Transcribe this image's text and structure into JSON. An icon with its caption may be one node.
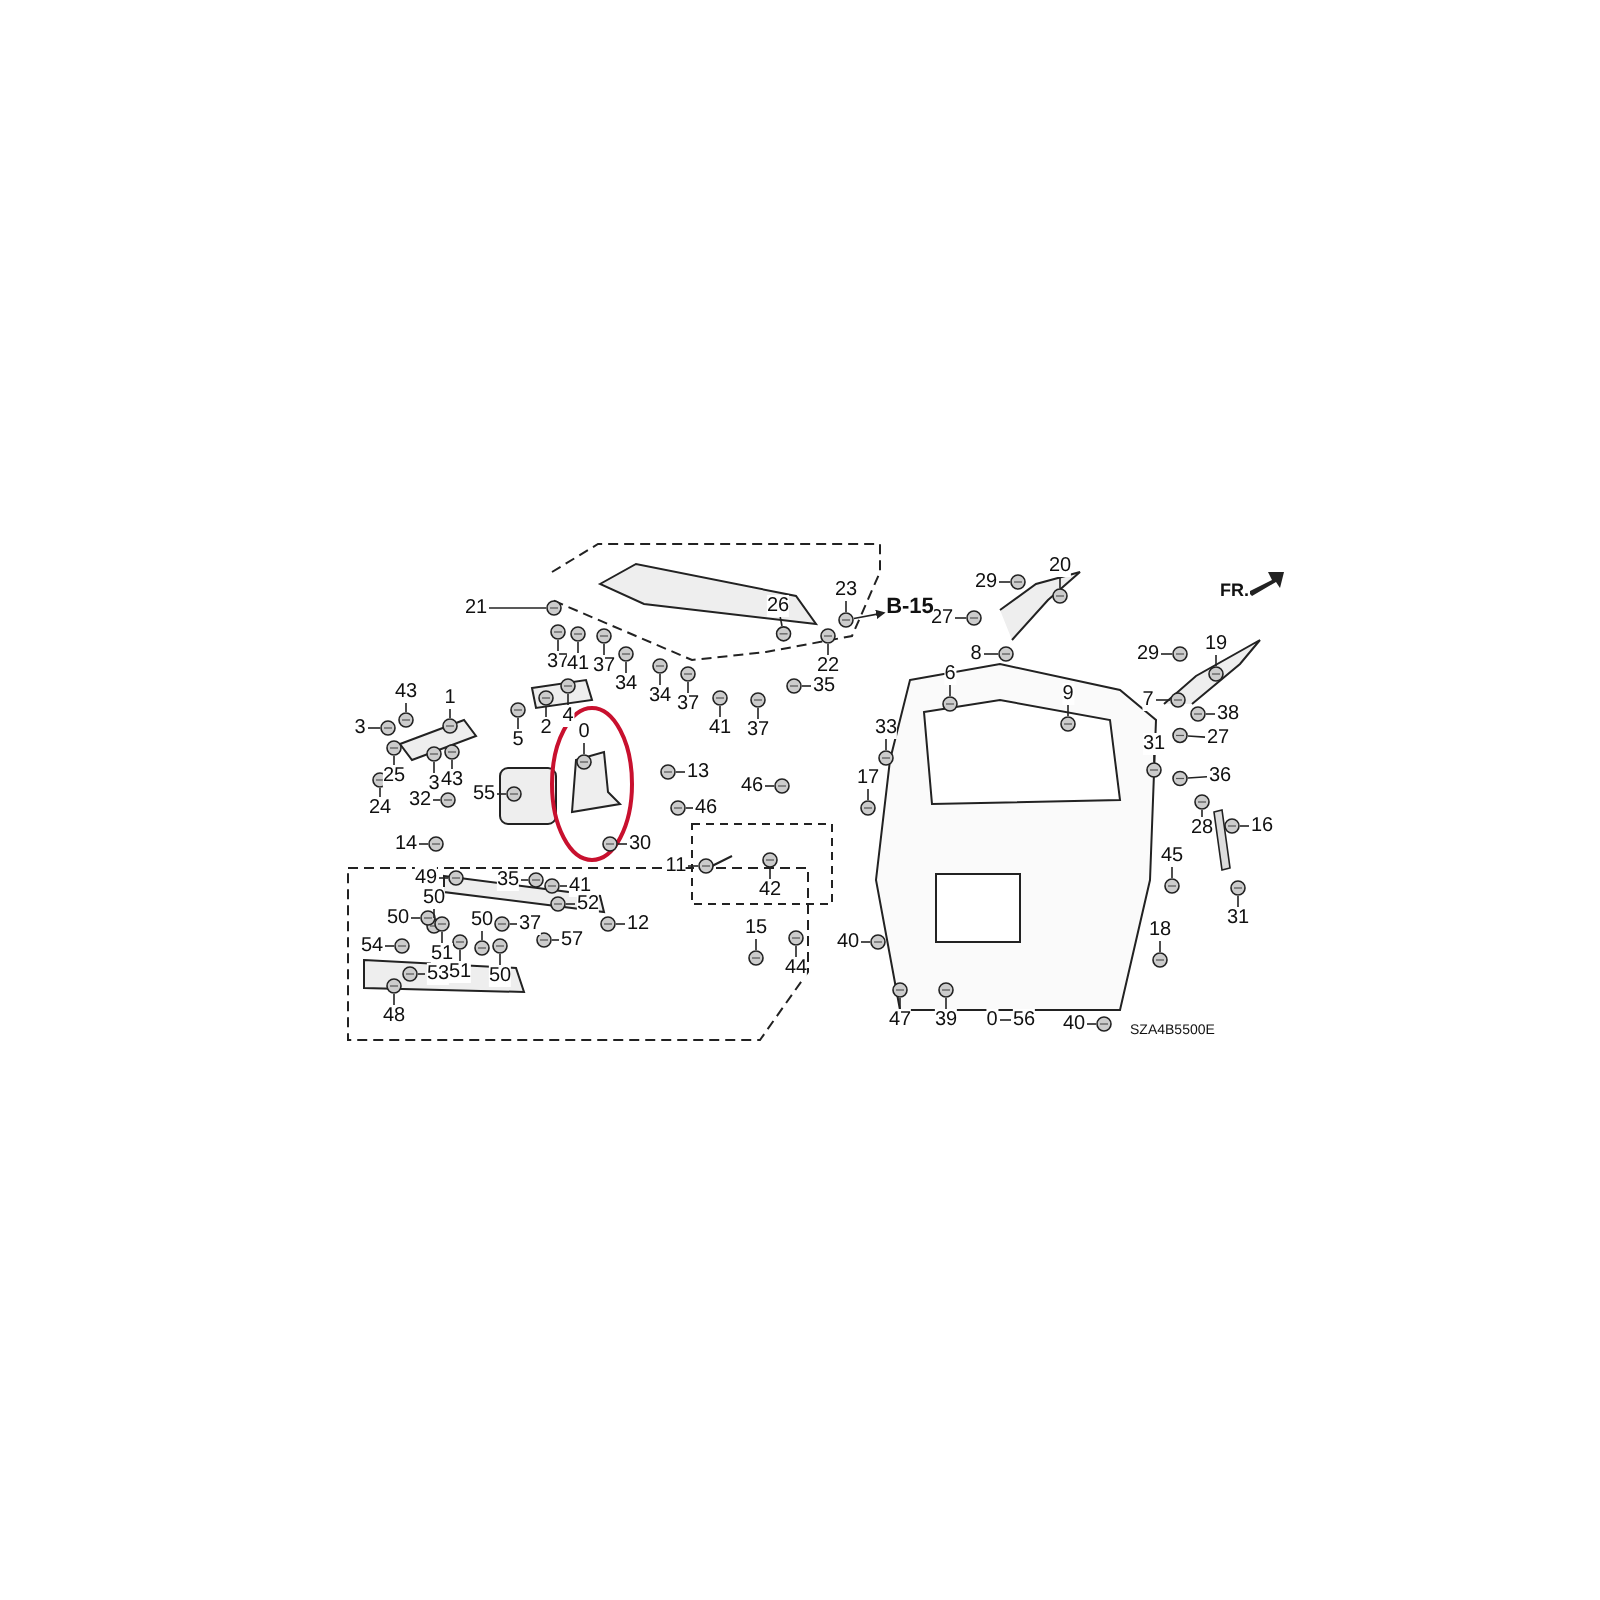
{
  "diagram": {
    "nodes": [
      {
        "text": [
          "21"
        ]
      },
      {
        "text": [
          "26"
        ]
      },
      {
        "text": [
          "23"
        ]
      },
      {
        "text": [
          "37"
        ]
      },
      {
        "text": [
          "41"
        ]
      },
      {
        "text": [
          "37"
        ]
      },
      {
        "text": [
          "34"
        ]
      },
      {
        "text": [
          "34"
        ]
      },
      {
        "text": [
          "37"
        ]
      },
      {
        "text": [
          "22"
        ]
      },
      {
        "text": [
          "35"
        ]
      },
      {
        "text": [
          "41"
        ]
      },
      {
        "text": [
          "37"
        ]
      },
      {
        "text": [
          "43"
        ]
      },
      {
        "text": [
          "1"
        ]
      },
      {
        "text": [
          "2"
        ]
      },
      {
        "text": [
          "4"
        ]
      },
      {
        "text": [
          "3"
        ]
      },
      {
        "text": [
          "5"
        ]
      },
      {
        "text": [
          "0"
        ]
      },
      {
        "text": [
          "13"
        ]
      },
      {
        "text": [
          "25"
        ]
      },
      {
        "text": [
          "3"
        ]
      },
      {
        "text": [
          "43"
        ]
      },
      {
        "text": [
          "55"
        ]
      },
      {
        "text": [
          "24"
        ]
      },
      {
        "text": [
          "46"
        ]
      },
      {
        "text": [
          "32"
        ]
      },
      {
        "text": [
          "14"
        ]
      },
      {
        "text": [
          "30"
        ]
      },
      {
        "text": [
          "46"
        ]
      },
      {
        "text": [
          "11"
        ]
      },
      {
        "text": [
          "42"
        ]
      },
      {
        "text": [
          "49"
        ]
      },
      {
        "text": [
          "35"
        ]
      },
      {
        "text": [
          "41"
        ]
      },
      {
        "text": [
          "50"
        ]
      },
      {
        "text": [
          "52"
        ]
      },
      {
        "text": [
          "50"
        ]
      },
      {
        "text": [
          "50"
        ]
      },
      {
        "text": [
          "37"
        ]
      },
      {
        "text": [
          "12"
        ]
      },
      {
        "text": [
          "15"
        ]
      },
      {
        "text": [
          "57"
        ]
      },
      {
        "text": [
          "54"
        ]
      },
      {
        "text": [
          "51"
        ]
      },
      {
        "text": [
          "44"
        ]
      },
      {
        "text": [
          "51"
        ]
      },
      {
        "text": [
          "53"
        ]
      },
      {
        "text": [
          "50"
        ]
      },
      {
        "text": [
          "48"
        ]
      },
      {
        "text": [
          "20"
        ]
      },
      {
        "text": [
          "29"
        ]
      },
      {
        "text": [
          "27"
        ]
      },
      {
        "text": [
          "8"
        ]
      },
      {
        "text": [
          "29"
        ]
      },
      {
        "text": [
          "19"
        ]
      },
      {
        "text": [
          "6"
        ]
      },
      {
        "text": [
          "9"
        ]
      },
      {
        "text": [
          "7"
        ]
      },
      {
        "text": [
          "38"
        ]
      },
      {
        "text": [
          "33"
        ]
      },
      {
        "text": [
          "27"
        ]
      },
      {
        "text": [
          "31"
        ]
      },
      {
        "text": [
          "17"
        ]
      },
      {
        "text": [
          "36"
        ]
      },
      {
        "text": [
          "28"
        ]
      },
      {
        "text": [
          "16"
        ]
      },
      {
        "text": [
          "45"
        ]
      },
      {
        "text": [
          "31"
        ]
      },
      {
        "text": [
          "18"
        ]
      },
      {
        "text": [
          "40"
        ]
      },
      {
        "text": [
          "47"
        ]
      },
      {
        "text": [
          "39"
        ]
      },
      {
        "text": [
          "0"
        ]
      },
      {
        "text": [
          "56"
        ]
      },
      {
        "text": [
          "40"
        ]
      },
      {
        "text": [],
        "shape": "picture"
      },
      {
        "text": [],
        "shape": "picture"
      },
      {
        "text": [],
        "shape": "picture"
      },
      {
        "text": [],
        "shape": "picture"
      },
      {
        "text": [],
        "shape": "picture"
      },
      {
        "text": [],
        "shape": "picture"
      },
      {
        "text": [],
        "shape": "picture"
      },
      {
        "text": [],
        "shape": "picture"
      },
      {
        "text": [],
        "shape": "picture"
      },
      {
        "text": [],
        "shape": "picture"
      },
      {
        "text": [],
        "shape": "picture"
      },
      {
        "text": [],
        "shape": "picture"
      },
      {
        "text": [],
        "shape": "picture"
      },
      {
        "text": [],
        "shape": "picture"
      },
      {
        "text": [],
        "shape": "picture"
      },
      {
        "text": [],
        "shape": "picture"
      },
      {
        "text": [],
        "shape": "picture"
      },
      {
        "text": [],
        "shape": "picture"
      },
      {
        "text": [],
        "shape": "picture"
      },
      {
        "text": [],
        "shape": "picture"
      },
      {
        "text": [],
        "shape": "picture"
      },
      {
        "text": [],
        "shape": "picture"
      },
      {
        "text": [],
        "shape": "picture"
      },
      {
        "text": [],
        "shape": "picture"
      },
      {
        "text": [],
        "shape": "picture"
      },
      {
        "text": [],
        "shape": "picture"
      },
      {
        "text": [],
        "shape": "picture"
      },
      {
        "text": [],
        "shape": "picture"
      },
      {
        "text": [],
        "shape": "picture"
      },
      {
        "text": [],
        "shape": "picture"
      },
      {
        "text": [],
        "shape": "picture"
      },
      {
        "text": [],
        "shape": "picture"
      },
      {
        "text": [],
        "shape": "picture"
      },
      {
        "text": [],
        "shape": "picture"
      },
      {
        "text": [],
        "shape": "picture"
      },
      {
        "text": [],
        "shape": "picture"
      },
      {
        "text": [],
        "shape": "picture"
      },
      {
        "text": [],
        "shape": "picture"
      },
      {
        "text": [],
        "shape": "picture"
      },
      {
        "text": [],
        "shape": "picture"
      },
      {
        "text": [],
        "shape": "picture"
      },
      {
        "text": [],
        "shape": "picture"
      },
      {
        "text": [],
        "shape": "picture"
      },
      {
        "text": [],
        "shape": "picture"
      },
      {
        "text": [],
        "shape": "picture"
      },
      {
        "text": [],
        "shape": "picture"
      },
      {
        "text": [],
        "shape": "picture"
      },
      {
        "text": [],
        "shape": "picture"
      },
      {
        "text": [],
        "shape": "picture"
      },
      {
        "text": [],
        "shape": "picture"
      },
      {
        "text": [],
        "shape": "picture"
      },
      {
        "text": [],
        "shape": "picture"
      },
      {
        "text": [],
        "shape": "picture"
      },
      {
        "text": [],
        "shape": "picture"
      },
      {
        "text": [],
        "shape": "picture"
      },
      {
        "text": [],
        "shape": "picture"
      },
      {
        "text": [],
        "shape": "picture"
      },
      {
        "text": [],
        "shape": "picture"
      },
      {
        "text": [],
        "shape": "picture"
      },
      {
        "text": [],
        "shape": "picture"
      },
      {
        "text": [],
        "shape": "picture"
      },
      {
        "text": [],
        "shape": "picture"
      },
      {
        "text": [],
        "shape": "picture"
      },
      {
        "text": [],
        "shape": "picture"
      },
      {
        "text": [],
        "shape": "picture"
      },
      {
        "text": [],
        "shape": "picture"
      },
      {
        "text": [],
        "shape": "picture"
      },
      {
        "text": [],
        "shape": "picture"
      },
      {
        "text": [],
        "shape": "picture"
      },
      {
        "text": [],
        "shape": "picture"
      },
      {
        "text": [],
        "shape": "picture"
      },
      {
        "text": [],
        "shape": "picture"
      },
      {
        "text": [],
        "shape": "picture"
      },
      {
        "text": [],
        "shape": "picture"
      },
      {
        "text": [],
        "shape": "picture"
      },
      {
        "text": [
          "B-15"
        ]
      }
    ],
    "edges": [
      {
        "from": 0,
        "to": 77,
        "arrow": "none"
      },
      {
        "from": 1,
        "to": 78,
        "arrow": "none"
      },
      {
        "from": 2,
        "to": 79,
        "arrow": "none"
      },
      {
        "from": 3,
        "to": 80,
        "arrow": "none"
      },
      {
        "from": 4,
        "to": 81,
        "arrow": "none"
      },
      {
        "from": 5,
        "to": 82,
        "arrow": "none"
      },
      {
        "from": 6,
        "to": 83,
        "arrow": "none"
      },
      {
        "from": 7,
        "to": 84,
        "arrow": "none"
      },
      {
        "from": 8,
        "to": 85,
        "arrow": "none"
      },
      {
        "from": 9,
        "to": 86,
        "arrow": "none"
      },
      {
        "from": 10,
        "to": 87,
        "arrow": "none"
      },
      {
        "from": 11,
        "to": 88,
        "arrow": "none"
      },
      {
        "from": 12,
        "to": 89,
        "arrow": "none"
      },
      {
        "from": 13,
        "to": 90,
        "arrow": "none"
      },
      {
        "from": 14,
        "to": 91,
        "arrow": "none"
      },
      {
        "from": 15,
        "to": 92,
        "arrow": "none"
      },
      {
        "from": 16,
        "to": 93,
        "arrow": "none"
      },
      {
        "from": 17,
        "to": 94,
        "arrow": "none"
      },
      {
        "from": 18,
        "to": 95,
        "arrow": "none"
      },
      {
        "from": 19,
        "to": 96,
        "arrow": "none"
      },
      {
        "from": 20,
        "to": 97,
        "arrow": "none"
      },
      {
        "from": 21,
        "to": 98,
        "arrow": "none"
      },
      {
        "from": 22,
        "to": 99,
        "arrow": "none"
      },
      {
        "from": 23,
        "to": 100,
        "arrow": "none"
      },
      {
        "from": 24,
        "to": 101,
        "arrow": "none"
      },
      {
        "from": 25,
        "to": 102,
        "arrow": "none"
      },
      {
        "from": 26,
        "to": 103,
        "arrow": "none"
      },
      {
        "from": 27,
        "to": 104,
        "arrow": "none"
      },
      {
        "from": 28,
        "to": 105,
        "arrow": "none"
      },
      {
        "from": 29,
        "to": 106,
        "arrow": "none"
      },
      {
        "from": 30,
        "to": 107,
        "arrow": "none"
      },
      {
        "from": 31,
        "to": 108,
        "arrow": "none"
      },
      {
        "from": 32,
        "to": 109,
        "arrow": "none"
      },
      {
        "from": 33,
        "to": 110,
        "arrow": "none"
      },
      {
        "from": 34,
        "to": 111,
        "arrow": "none"
      },
      {
        "from": 35,
        "to": 112,
        "arrow": "none"
      },
      {
        "from": 36,
        "to": 113,
        "arrow": "none"
      },
      {
        "from": 37,
        "to": 114,
        "arrow": "none"
      },
      {
        "from": 38,
        "to": 115,
        "arrow": "none"
      },
      {
        "from": 39,
        "to": 116,
        "arrow": "none"
      },
      {
        "from": 40,
        "to": 117,
        "arrow": "none"
      },
      {
        "from": 41,
        "to": 118,
        "arrow": "none"
      },
      {
        "from": 42,
        "to": 119,
        "arrow": "none"
      },
      {
        "from": 43,
        "to": 120,
        "arrow": "none"
      },
      {
        "from": 44,
        "to": 121,
        "arrow": "none"
      },
      {
        "from": 45,
        "to": 122,
        "arrow": "none"
      },
      {
        "from": 46,
        "to": 123,
        "arrow": "none"
      },
      {
        "from": 47,
        "to": 124,
        "arrow": "none"
      },
      {
        "from": 48,
        "to": 125,
        "arrow": "none"
      },
      {
        "from": 49,
        "to": 126,
        "arrow": "none"
      },
      {
        "from": 50,
        "to": 127,
        "arrow": "none"
      },
      {
        "from": 51,
        "to": 128,
        "arrow": "none"
      },
      {
        "from": 52,
        "to": 129,
        "arrow": "none"
      },
      {
        "from": 53,
        "to": 130,
        "arrow": "none"
      },
      {
        "from": 54,
        "to": 131,
        "arrow": "none"
      },
      {
        "from": 55,
        "to": 132,
        "arrow": "none"
      },
      {
        "from": 56,
        "to": 133,
        "arrow": "none"
      },
      {
        "from": 57,
        "to": 134,
        "arrow": "none"
      },
      {
        "from": 58,
        "to": 135,
        "arrow": "none"
      },
      {
        "from": 59,
        "to": 136,
        "arrow": "none"
      },
      {
        "from": 60,
        "to": 137,
        "arrow": "none"
      },
      {
        "from": 61,
        "to": 138,
        "arrow": "none"
      },
      {
        "from": 62,
        "to": 139,
        "arrow": "none"
      },
      {
        "from": 63,
        "to": 140,
        "arrow": "none"
      },
      {
        "from": 64,
        "to": 141,
        "arrow": "none"
      },
      {
        "from": 65,
        "to": 142,
        "arrow": "none"
      },
      {
        "from": 66,
        "to": 143,
        "arrow": "none"
      },
      {
        "from": 67,
        "to": 144,
        "arrow": "none"
      },
      {
        "from": 68,
        "to": 145,
        "arrow": "none"
      },
      {
        "from": 69,
        "to": 146,
        "arrow": "none"
      },
      {
        "from": 70,
        "to": 147,
        "arrow": "none"
      },
      {
        "from": 71,
        "to": 148,
        "arrow": "none"
      },
      {
        "from": 72,
        "to": 149,
        "arrow": "none"
      },
      {
        "from": 73,
        "to": 150,
        "arrow": "none"
      },
      {
        "from": 75,
        "to": 74,
        "arrow": "none"
      },
      {
        "from": 76,
        "to": 151,
        "arrow": "none"
      },
      {
        "from": 79,
        "to": 152,
        "arrow": "to"
      }
    ],
    "labels": [
      "FR.",
      "SZA4B5500E"
    ]
  }
}
